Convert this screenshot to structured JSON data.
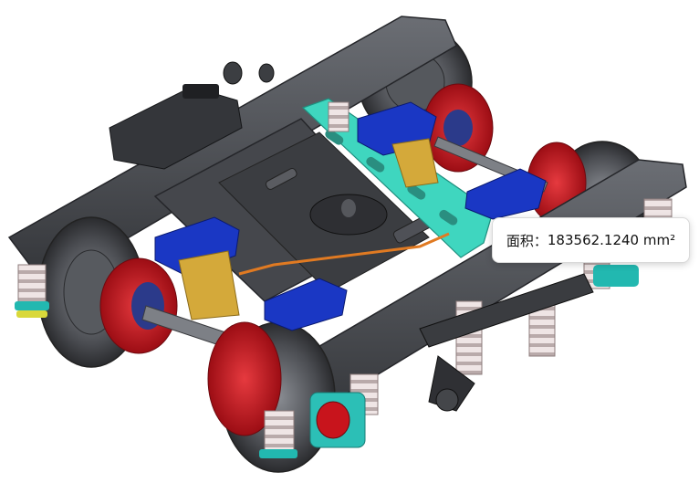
{
  "measurement": {
    "label": "面积：",
    "value": "183562.1240 mm²"
  },
  "colors": {
    "frame": "#4a4c51",
    "frame_dark": "#2f3034",
    "frame_light": "#6b6e74",
    "selected_face": "#3fd6bf",
    "brake_disc": "#c8141c",
    "brake_caliper": "#1a37c4",
    "gearbox": "#d4a93a",
    "spring": "#e8dcdc",
    "spring_base": "#22b8b0",
    "spring_seat": "#d9d83a",
    "axle": "#6f7278",
    "pipe": "#e07a22"
  },
  "model": {
    "selected_part": "side-frame-crossbar-face"
  }
}
